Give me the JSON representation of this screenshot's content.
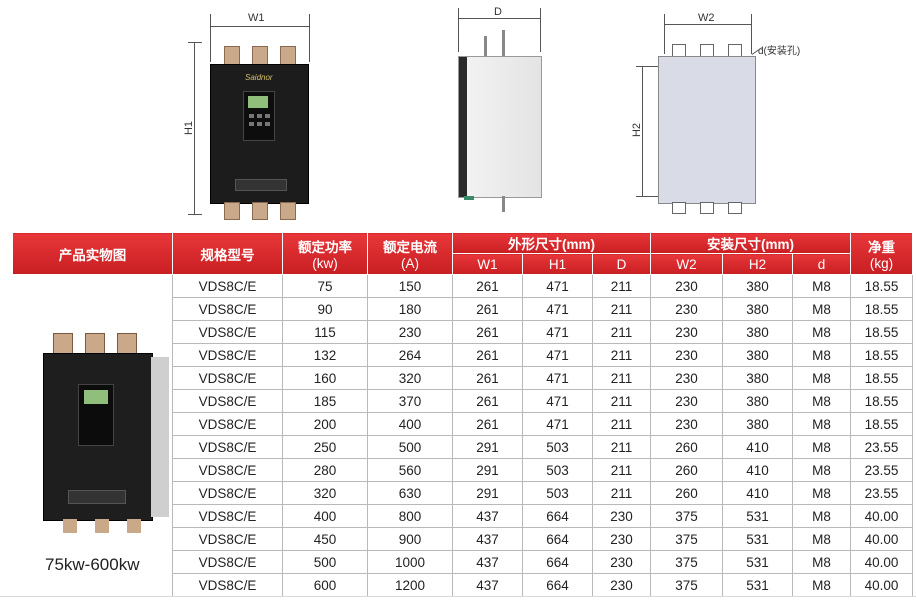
{
  "diagram": {
    "front_width_label": "W1",
    "front_height_label": "H1",
    "side_depth_label": "D",
    "back_width_label": "W2",
    "back_height_label": "H2",
    "hole_label": "d(安装孔)",
    "brand": "Saidnor"
  },
  "table": {
    "headers": {
      "photo": "产品实物图",
      "model": "规格型号",
      "power": "额定功率",
      "power_unit": "(kw)",
      "current": "额定电流",
      "current_unit": "(A)",
      "outer": "外形尺寸(mm)",
      "mount": "安装尺寸(mm)",
      "weight": "净重",
      "weight_unit": "(kg)",
      "w1": "W1",
      "h1": "H1",
      "d_cap": "D",
      "w2": "W2",
      "h2": "H2",
      "d": "d"
    },
    "caption": "75kw-600kw",
    "rows": [
      {
        "model": "VDS8C/E",
        "power": "75",
        "current": "150",
        "w1": "261",
        "h1": "471",
        "d": "211",
        "w2": "230",
        "h2": "380",
        "hole": "M8",
        "weight": "18.55"
      },
      {
        "model": "VDS8C/E",
        "power": "90",
        "current": "180",
        "w1": "261",
        "h1": "471",
        "d": "211",
        "w2": "230",
        "h2": "380",
        "hole": "M8",
        "weight": "18.55"
      },
      {
        "model": "VDS8C/E",
        "power": "115",
        "current": "230",
        "w1": "261",
        "h1": "471",
        "d": "211",
        "w2": "230",
        "h2": "380",
        "hole": "M8",
        "weight": "18.55"
      },
      {
        "model": "VDS8C/E",
        "power": "132",
        "current": "264",
        "w1": "261",
        "h1": "471",
        "d": "211",
        "w2": "230",
        "h2": "380",
        "hole": "M8",
        "weight": "18.55"
      },
      {
        "model": "VDS8C/E",
        "power": "160",
        "current": "320",
        "w1": "261",
        "h1": "471",
        "d": "211",
        "w2": "230",
        "h2": "380",
        "hole": "M8",
        "weight": "18.55"
      },
      {
        "model": "VDS8C/E",
        "power": "185",
        "current": "370",
        "w1": "261",
        "h1": "471",
        "d": "211",
        "w2": "230",
        "h2": "380",
        "hole": "M8",
        "weight": "18.55"
      },
      {
        "model": "VDS8C/E",
        "power": "200",
        "current": "400",
        "w1": "261",
        "h1": "471",
        "d": "211",
        "w2": "230",
        "h2": "380",
        "hole": "M8",
        "weight": "18.55"
      },
      {
        "model": "VDS8C/E",
        "power": "250",
        "current": "500",
        "w1": "291",
        "h1": "503",
        "d": "211",
        "w2": "260",
        "h2": "410",
        "hole": "M8",
        "weight": "23.55"
      },
      {
        "model": "VDS8C/E",
        "power": "280",
        "current": "560",
        "w1": "291",
        "h1": "503",
        "d": "211",
        "w2": "260",
        "h2": "410",
        "hole": "M8",
        "weight": "23.55"
      },
      {
        "model": "VDS8C/E",
        "power": "320",
        "current": "630",
        "w1": "291",
        "h1": "503",
        "d": "211",
        "w2": "260",
        "h2": "410",
        "hole": "M8",
        "weight": "23.55"
      },
      {
        "model": "VDS8C/E",
        "power": "400",
        "current": "800",
        "w1": "437",
        "h1": "664",
        "d": "230",
        "w2": "375",
        "h2": "531",
        "hole": "M8",
        "weight": "40.00"
      },
      {
        "model": "VDS8C/E",
        "power": "450",
        "current": "900",
        "w1": "437",
        "h1": "664",
        "d": "230",
        "w2": "375",
        "h2": "531",
        "hole": "M8",
        "weight": "40.00"
      },
      {
        "model": "VDS8C/E",
        "power": "500",
        "current": "1000",
        "w1": "437",
        "h1": "664",
        "d": "230",
        "w2": "375",
        "h2": "531",
        "hole": "M8",
        "weight": "40.00"
      },
      {
        "model": "VDS8C/E",
        "power": "600",
        "current": "1200",
        "w1": "437",
        "h1": "664",
        "d": "230",
        "w2": "375",
        "h2": "531",
        "hole": "M8",
        "weight": "40.00"
      }
    ]
  }
}
